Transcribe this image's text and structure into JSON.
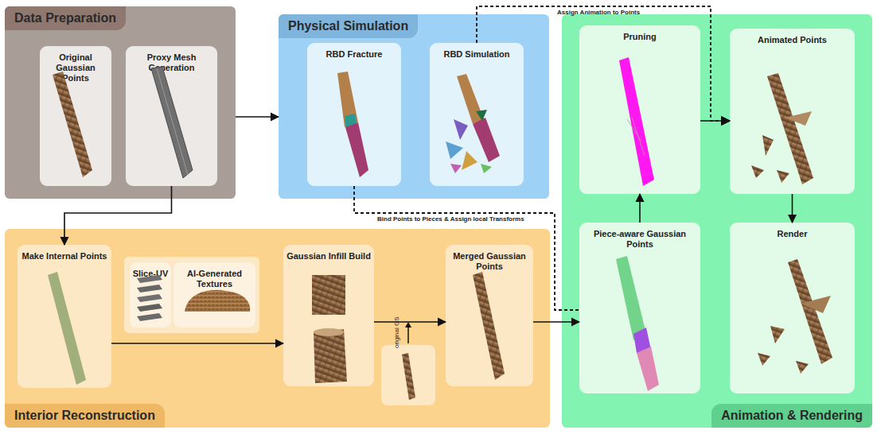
{
  "diagram": {
    "nodes": [
      {
        "text": [
          "Data Preparation"
        ]
      },
      {
        "text": [
          "Original Gaussian Points"
        ],
        "in": 0
      },
      {
        "text": [
          "Proxy Mesh Generation"
        ],
        "in": 0
      },
      {
        "text": [
          "Physical Simulation"
        ]
      },
      {
        "text": [
          "RBD Fracture"
        ],
        "in": 3
      },
      {
        "text": [
          "RBD Simulation"
        ],
        "in": 3
      },
      {
        "text": [
          "Animation & Rendering"
        ]
      },
      {
        "text": [
          "Pruning"
        ],
        "in": 6
      },
      {
        "text": [
          "Animated Points"
        ],
        "in": 6
      },
      {
        "text": [
          "Piece-aware Gaussian Points"
        ],
        "in": 6
      },
      {
        "text": [
          "Render"
        ],
        "in": 6
      },
      {
        "text": [
          "Interior Reconstruction"
        ]
      },
      {
        "text": [
          "Make Internal Points"
        ],
        "in": 11
      },
      {
        "text": [
          "Slice-UV"
        ],
        "in": 11
      },
      {
        "text": [
          "AI-Generated Textures"
        ],
        "in": 11
      },
      {
        "text": [
          "Gaussian Infill Build"
        ],
        "in": 11
      },
      {
        "text": [
          "Merged Gaussian Points"
        ],
        "in": 11
      }
    ],
    "edges": [
      {
        "from": 0,
        "to": 3,
        "arrow": "to"
      },
      {
        "from": 2,
        "to": 12,
        "arrow": "to"
      },
      {
        "from": 12,
        "to": 15,
        "arrow": "to"
      },
      {
        "from": 15,
        "to": 16,
        "arrow": "to"
      },
      {
        "from": 16,
        "to": 9,
        "arrow": "to"
      },
      {
        "from": 4,
        "to": 9,
        "label": "Bind Points to Pieces & Assign local Transforms",
        "arrow": "none"
      },
      {
        "from": 5,
        "to": 8,
        "label": "Assign Animation to Points",
        "arrow": "to"
      },
      {
        "from": 9,
        "to": 7,
        "arrow": "to"
      },
      {
        "from": 7,
        "to": 8,
        "arrow": "to"
      },
      {
        "from": 8,
        "to": 10,
        "arrow": "to"
      }
    ],
    "labels": [
      "original GS"
    ]
  }
}
